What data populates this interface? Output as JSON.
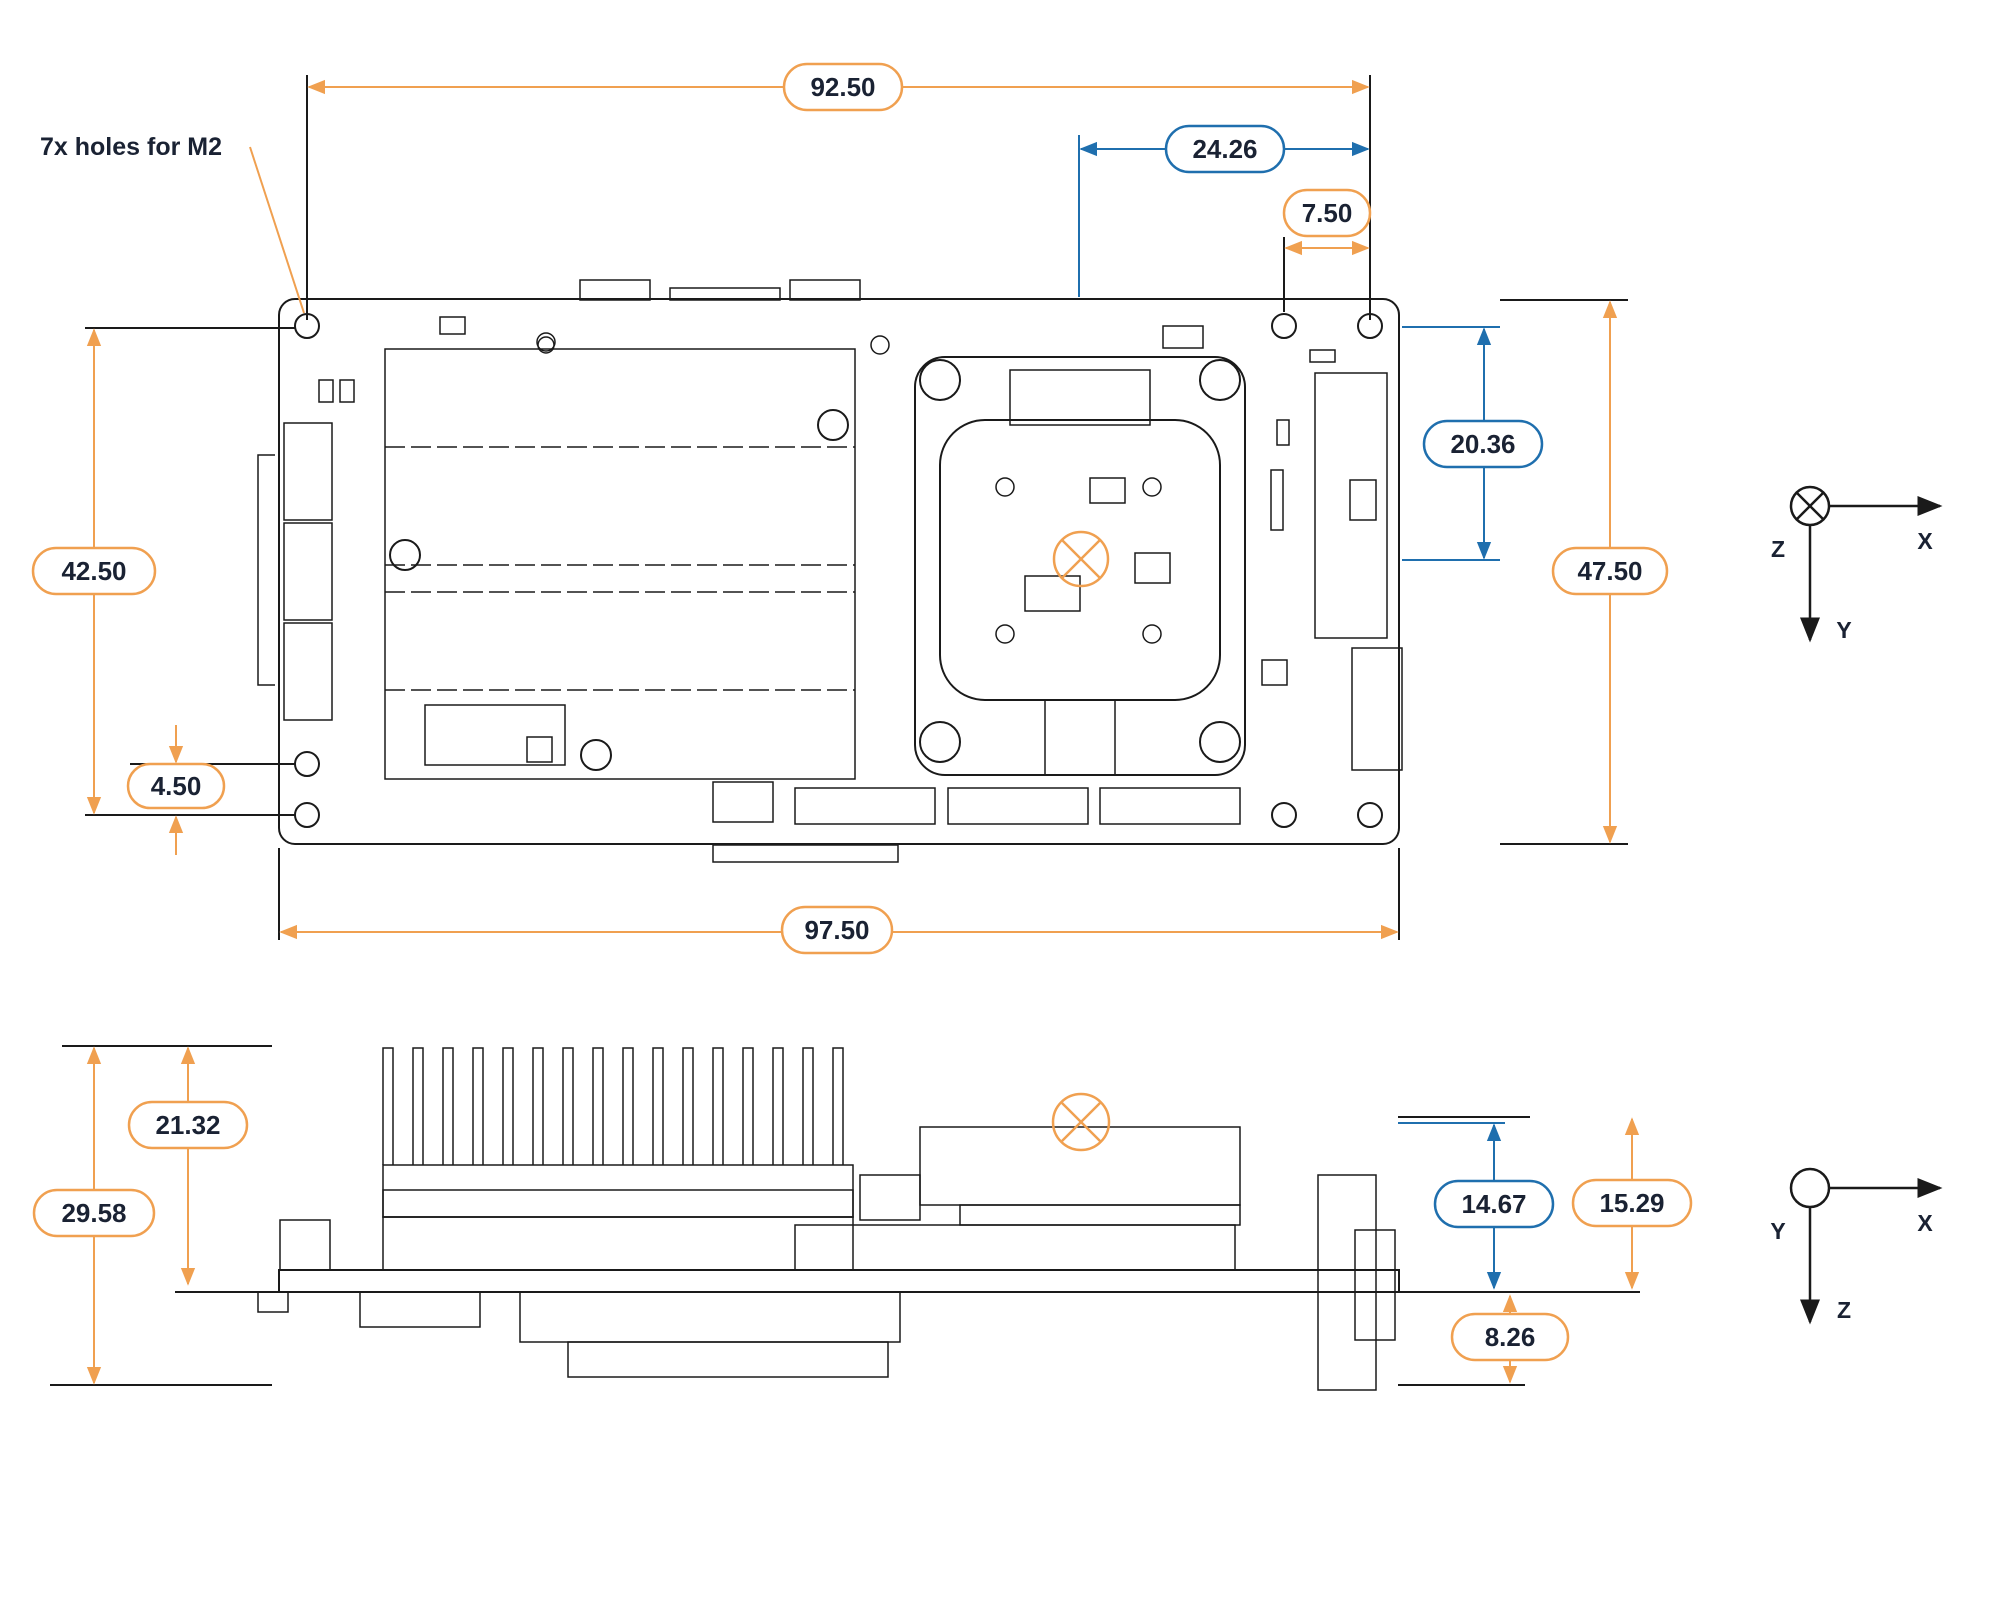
{
  "annotation": {
    "holes": "7x holes for M2"
  },
  "dimensions": {
    "top_width": "92.50",
    "right_offset_a": "24.26",
    "right_offset_b": "7.50",
    "left_height": "42.50",
    "hole_offset": "4.50",
    "inner_height": "20.36",
    "board_height": "47.50",
    "board_width": "97.50",
    "side_total": "29.58",
    "side_heatsink": "21.32",
    "side_module": "14.67",
    "side_connector": "15.29",
    "side_bottom": "8.26"
  },
  "axes_top": {
    "origin": "Z",
    "x": "X",
    "y": "Y"
  },
  "axes_side": {
    "origin": "Y",
    "x": "X",
    "z": "Z"
  },
  "colors": {
    "primary_dim": "#f0a050",
    "secondary_dim": "#1f6fae",
    "drawing": "#1a1a1a"
  }
}
